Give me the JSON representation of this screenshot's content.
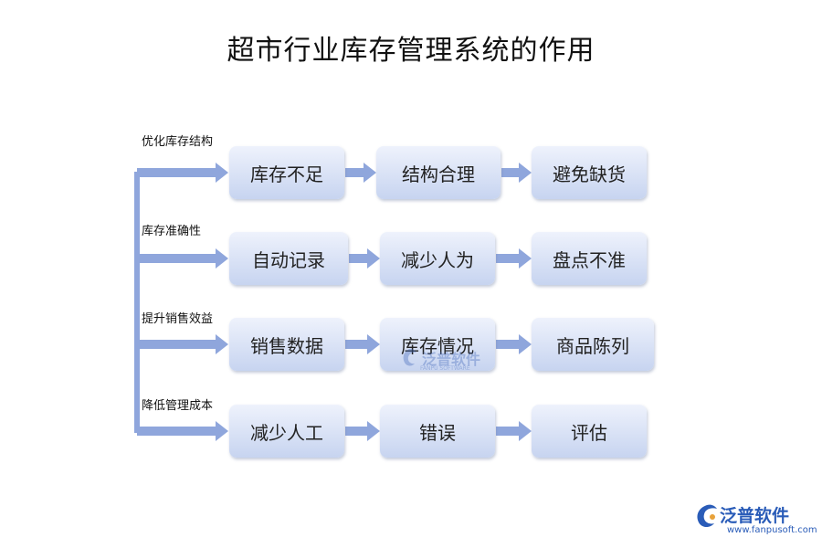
{
  "title": "超市行业库存管理系统的作用",
  "colors": {
    "arrow": "#8fa6dc",
    "box_top": "#eef2fc",
    "box_bottom": "#c7d4f0",
    "brand": "#2a5cb8"
  },
  "rows": [
    {
      "label": "优化库存结构",
      "items": [
        "库存不足",
        "结构合理",
        "避免缺货"
      ]
    },
    {
      "label": "库存准确性",
      "items": [
        "自动记录",
        "减少人为",
        "盘点不准"
      ]
    },
    {
      "label": "提升销售效益",
      "items": [
        "销售数据",
        "库存情况",
        "商品陈列"
      ]
    },
    {
      "label": "降低管理成本",
      "items": [
        "减少人工",
        "错误",
        "评估"
      ]
    }
  ],
  "watermark": {
    "text": "泛普软件",
    "sub": "FANPU SOFTWARE"
  },
  "brand": {
    "name": "泛普软件",
    "url": "www.fanpusoft.com"
  }
}
